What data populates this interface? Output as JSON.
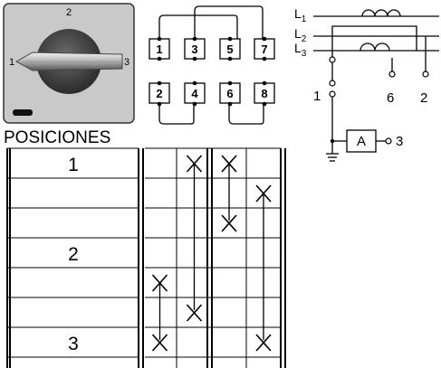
{
  "switch_panel": {
    "position_labels": {
      "top": "2",
      "left": "1",
      "right": "3"
    },
    "caption": "POSICIONES"
  },
  "terminal_block": {
    "top_terminals": [
      "1",
      "3",
      "5",
      "7"
    ],
    "bottom_terminals": [
      "2",
      "4",
      "6",
      "8"
    ]
  },
  "circuit": {
    "lines": [
      "L1",
      "L2",
      "L3"
    ],
    "node_labels": {
      "left": "1",
      "mid": "6",
      "right": "2",
      "meter_out": "3"
    },
    "meter_label": "A"
  },
  "contact_table": {
    "position_rows": [
      {
        "row": 0,
        "label": "1"
      },
      {
        "row": 3,
        "label": "2"
      },
      {
        "row": 6,
        "label": "3"
      }
    ],
    "crosses": [
      {
        "col": 1,
        "row": 0
      },
      {
        "col": 2,
        "row": 0
      },
      {
        "col": 3,
        "row": 1
      },
      {
        "col": 2,
        "row": 2
      },
      {
        "col": 0,
        "row": 4
      },
      {
        "col": 1,
        "row": 5
      },
      {
        "col": 0,
        "row": 6
      },
      {
        "col": 3,
        "row": 6
      }
    ],
    "links": [
      {
        "col": 1,
        "from": 0,
        "to": 5
      },
      {
        "col": 2,
        "from": 0,
        "to": 2
      },
      {
        "col": 3,
        "from": 1,
        "to": 6
      },
      {
        "col": 0,
        "from": 4,
        "to": 6
      }
    ]
  }
}
